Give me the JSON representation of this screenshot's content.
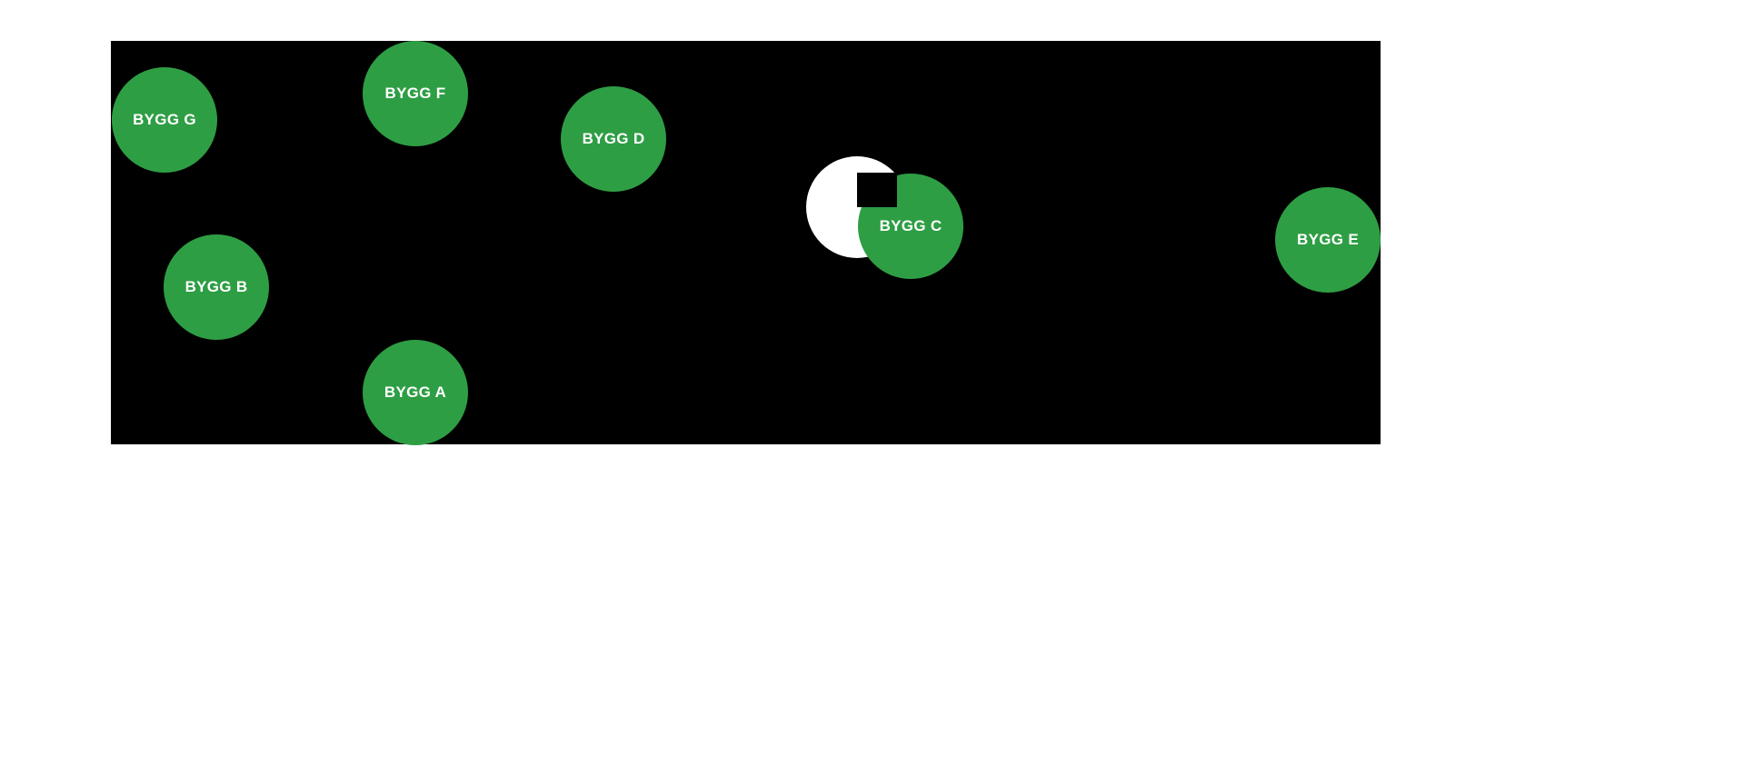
{
  "canvas": {
    "background": "#000000",
    "node_color": "#2e9e44",
    "label_color": "#ffffff",
    "white_node_color": "#ffffff"
  },
  "nodes": [
    {
      "id": "bygg-g",
      "label": "BYGG G"
    },
    {
      "id": "bygg-f",
      "label": "BYGG F"
    },
    {
      "id": "bygg-d",
      "label": "BYGG D"
    },
    {
      "id": "bygg-c",
      "label": "BYGG C"
    },
    {
      "id": "bygg-e",
      "label": "BYGG E"
    },
    {
      "id": "bygg-b",
      "label": "BYGG B"
    },
    {
      "id": "bygg-a",
      "label": "BYGG A"
    }
  ]
}
